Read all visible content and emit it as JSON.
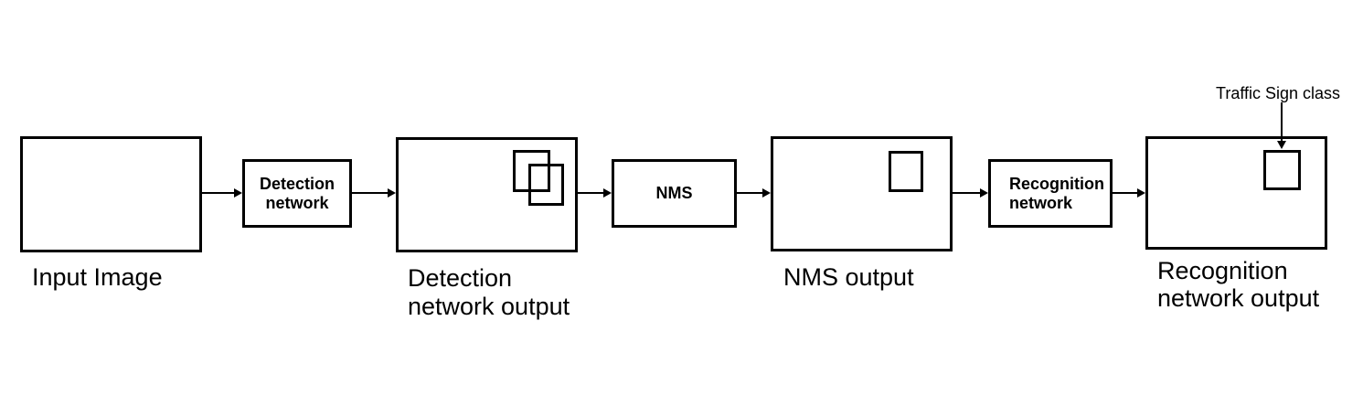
{
  "diagram": {
    "colors": {
      "background": "#ffffff",
      "ink": "#000000"
    },
    "nodes": {
      "input_image": {
        "caption": "Input Image"
      },
      "detection_network": {
        "label": "Detection\nnetwork"
      },
      "detection_output": {
        "caption": "Detection\nnetwork output",
        "bounding_boxes": 2
      },
      "nms": {
        "label": "NMS"
      },
      "nms_output": {
        "caption": "NMS output",
        "bounding_boxes": 1
      },
      "recognition_network": {
        "label": "Recognition\nnetwork"
      },
      "recognition_output": {
        "caption": "Recognition\nnetwork output",
        "bounding_boxes": 1
      }
    },
    "annotation": {
      "label": "Traffic Sign class",
      "points_to": "recognition_output_bounding_box"
    },
    "edges": [
      {
        "from": "input_image",
        "to": "detection_network"
      },
      {
        "from": "detection_network",
        "to": "detection_output"
      },
      {
        "from": "detection_output",
        "to": "nms"
      },
      {
        "from": "nms",
        "to": "nms_output"
      },
      {
        "from": "nms_output",
        "to": "recognition_network"
      },
      {
        "from": "recognition_network",
        "to": "recognition_output"
      }
    ]
  }
}
